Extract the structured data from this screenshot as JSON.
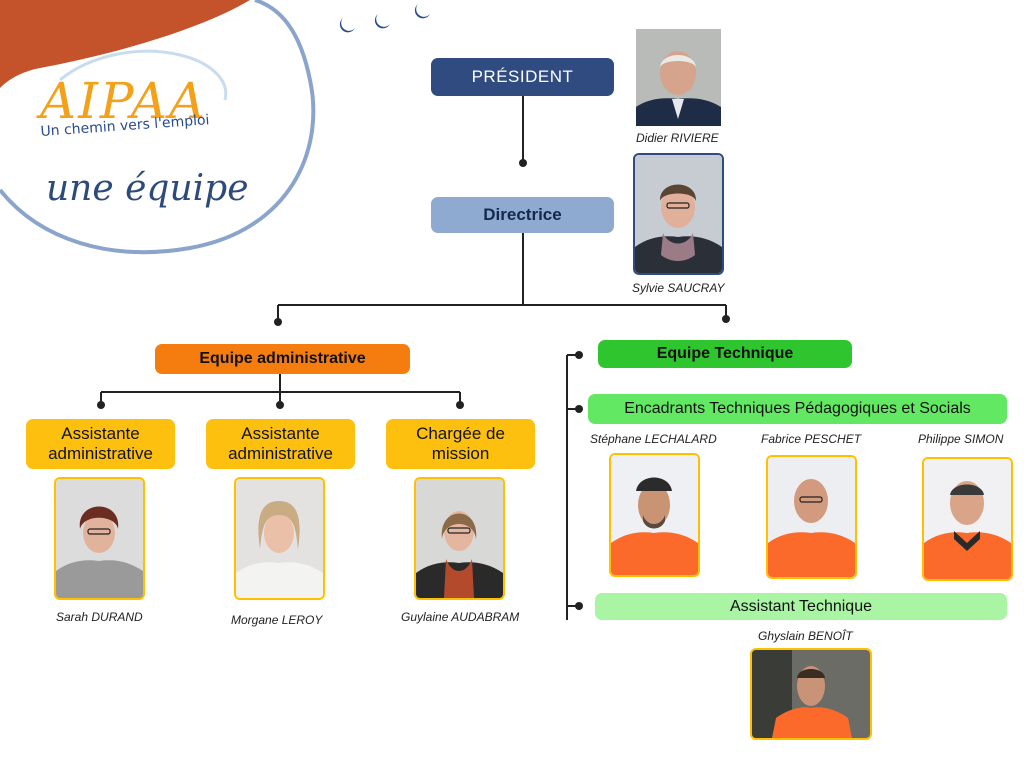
{
  "logo": {
    "brand": "AIPAA",
    "tagline": "Un chemin vers l'emploi"
  },
  "title": "une équipe",
  "colors": {
    "president": "#2f4b80",
    "directrice": "#8eaad0",
    "admin": "#f57c0e",
    "tech": "#2ec52e",
    "encadrants": "#62e862",
    "assistant_tech": "#a9f5a3",
    "role": "#fec00f",
    "deco": "#c4522b",
    "ring": "#8aa4cc"
  },
  "president": {
    "label": "PRÉSIDENT",
    "name": "Didier RIVIERE"
  },
  "directrice": {
    "label": "Directrice",
    "name": "Sylvie SAUCRAY"
  },
  "admin_team": {
    "label": "Equipe administrative",
    "members": [
      {
        "role_line1": "Assistante",
        "role_line2": "administrative",
        "name": "Sarah DURAND"
      },
      {
        "role_line1": "Assistante",
        "role_line2": "administrative",
        "name": "Morgane LEROY"
      },
      {
        "role_line1": "Chargée de",
        "role_line2": "mission",
        "name": "Guylaine AUDABRAM"
      }
    ]
  },
  "tech_team": {
    "label": "Equipe Technique",
    "encadrants": {
      "label": "Encadrants Techniques Pédagogiques et Socials",
      "members": [
        {
          "name": "Stéphane LECHALARD"
        },
        {
          "name": "Fabrice PESCHET"
        },
        {
          "name": "Philippe SIMON"
        }
      ]
    },
    "assistant": {
      "label": "Assistant Technique",
      "name": "Ghyslain BENOÎT"
    }
  }
}
